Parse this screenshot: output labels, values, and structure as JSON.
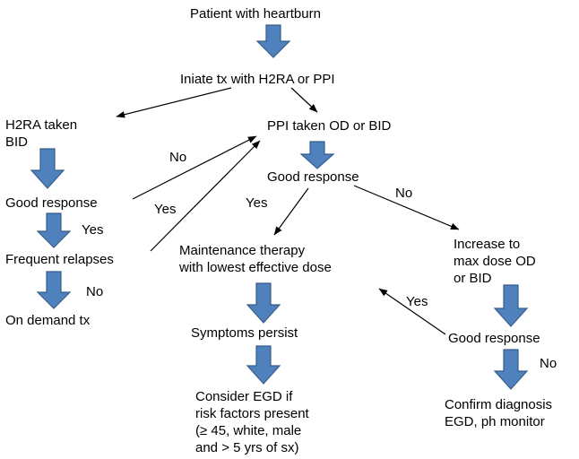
{
  "colors": {
    "block_arrow_fill": "#4f81bd",
    "block_arrow_stroke": "#385d8a",
    "line": "#000000",
    "text": "#000000"
  },
  "nodes": {
    "start": "Patient with heartburn",
    "initiate": "Iniate tx with H2RA or PPI",
    "h2ra_taken": "H2RA taken\nBID",
    "ppi_taken": "PPI taken OD or BID",
    "h2ra_good_response": "Good response",
    "ppi_good_response": "Good response",
    "frequent_relapses": "Frequent relapses",
    "on_demand": "On demand  tx",
    "maintenance": "Maintenance therapy\nwith lowest effective dose",
    "increase_dose": "Increase to\nmax dose OD\nor BID",
    "symptoms_persist": "Symptoms persist",
    "increase_good_response": "Good response",
    "consider_egd": "Consider EGD if\nrisk factors present\n(≥ 45, white, male\nand > 5 yrs of sx)",
    "confirm_diagnosis": "Confirm diagnosis\nEGD, ph monitor"
  },
  "edge_labels": {
    "h2ra_response_no": "No",
    "h2ra_response_yes": "Yes",
    "relapse_yes": "Yes",
    "relapse_no": "No",
    "ppi_yes": "Yes",
    "ppi_no": "No",
    "increase_yes": "Yes",
    "increase_no": "No"
  }
}
